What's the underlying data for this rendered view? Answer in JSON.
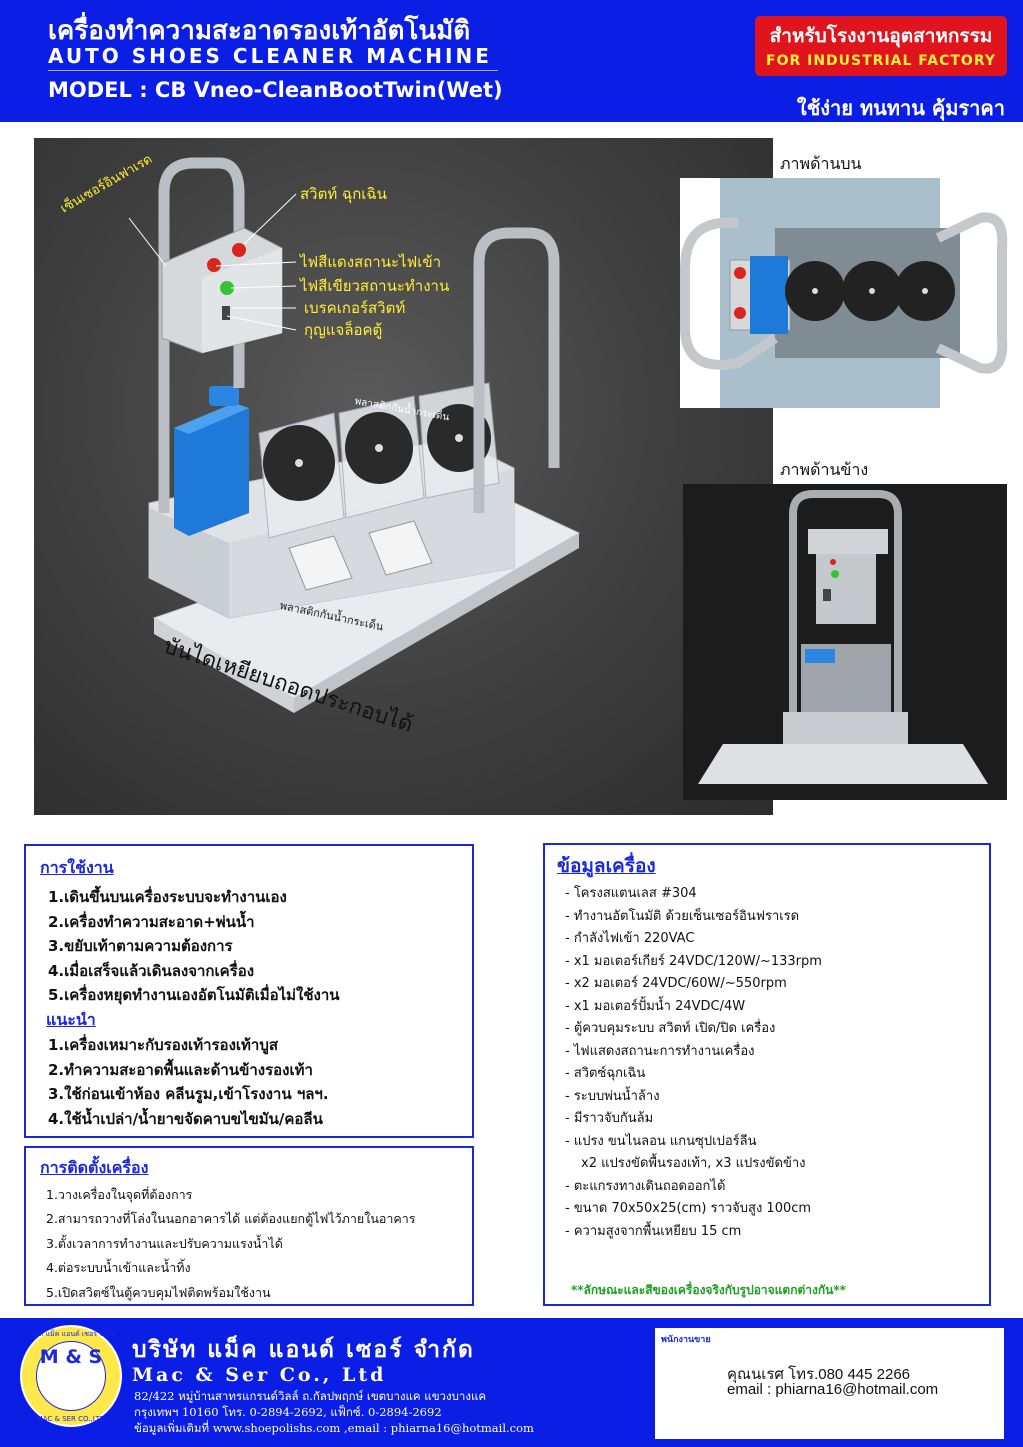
{
  "header": {
    "title_th": "เครื่องทำความสะอาดรองเท้าอัตโนมัติ",
    "title_en": "AUTO SHOES CLEANER MACHINE",
    "model": "MODEL : CB Vneo-CleanBootTwin(Wet)",
    "badge_th": "สำหรับโรงงานอุตสาหกรรม",
    "badge_en": "FOR INDUSTRIAL FACTORY",
    "slogan": "ใช้ง่าย ทนทาน คุ้มราคา"
  },
  "main_image": {
    "callouts": {
      "sensor": "เซ็นเซอร์อินฟาเรด",
      "emergency_switch": "สวิตท์ ฉุกเฉิน",
      "red_light": "ไฟสีแดงสถานะไฟเข้า",
      "green_light": "ไฟสีเขียวสถานะทำงาน",
      "breaker": "เบรคเกอร์สวิตท์",
      "cabinet_lock": "กุญแจล็อคตู้",
      "splash_guard_top": "พลาสติกกันน้ำกระเด็น",
      "splash_guard_bottom": "พลาสติกกันน้ำกระเด็น",
      "removable_step": "บันไดเหยียบถอดประกอบได้"
    }
  },
  "views": {
    "top_label": "ภาพด้านบน",
    "side_label": "ภาพด้านข้าง"
  },
  "usage": {
    "title": "การใช้งาน",
    "steps": [
      "1.เดินขึ้นบนเครื่องระบบจะทำงานเอง",
      "2.เครื่องทำความสะอาด+พ่นน้ำ",
      "3.ขยับเท้าตามความต้องการ",
      "4.เมื่อเสร็จแล้วเดินลงจากเครื่อง",
      "5.เครื่องหยุดทำงานเองอัตโนมัติเมื่อไม่ใช้งาน"
    ],
    "advice_title": "แนะนำ",
    "advice": [
      "1.เครื่องเหมาะกับรองเท้ารองเท้าบูส",
      "2.ทำความสะอาดพื้นและด้านข้างรองเท้า",
      "3.ใช้ก่อนเข้าห้อง คลีนรูม,เข้าโรงงาน ฯลฯ.",
      "4.ใช้น้ำเปล่า/น้ำยาขจัดคาบขไขมัน/คอลีน"
    ]
  },
  "install": {
    "title": "การติดตั้งเครื่อง",
    "steps": [
      "1.วางเครื่องในจุดที่ต้องการ",
      "2.สามารถวางที่โล่งในนอกอาคารได้ แต่ต้องแยกตู้ไฟไว้ภายในอาคาร",
      "3.ตั้งเวลาการทำงานและปรับความแรงน้ำได้",
      "4.ต่อระบบน้ำเข้าและน้ำทิ้ง",
      "5.เปิดสวิตซ์ในตู้ควบคุมไฟติดพร้อมใช้งาน"
    ]
  },
  "specs": {
    "title": "ข้อมูลเครื่อง",
    "items": [
      "- โครงสแตนเลส #304",
      "- ทำงานอัตโนมัติ ด้วยเซ็นเซอร์อินฟราเรด",
      "- กำลังไฟเข้า 220VAC",
      "- x1 มอเตอร์เกียร์ 24VDC/120W/~133rpm",
      "- x2 มอเตอร์ 24VDC/60W/~550rpm",
      "- x1 มอเตอร์ปั้มน้ำ 24VDC/4W",
      "- ตู้ควบคุมระบบ สวิตท์ เปิด/ปิด เครื่อง",
      "- ไฟแสดงสถานะการทำงานเครื่อง",
      "- สวิตซ์ฉุกเฉิน",
      "- ระบบพ่นน้ำล้าง",
      "- มีราวจับกันล้ม",
      "- แปรง ขนไนลอน แกนซุปเปอร์ลีน",
      "x2 แปรงขัดพื้นรองเท้า, x3 แปรงขัดข้าง",
      "- ตะแกรงทางเดินถอดออกได้",
      "- ขนาด 70x50x25(cm) ราวจับสูง 100cm",
      "- ความสูงจากพื้นเหยียบ 15 cm"
    ],
    "note": "**ลักษณะและสีของเครื่องจริงกับรูปอาจแตกต่างกัน**"
  },
  "footer": {
    "logo_ms": "M & S",
    "logo_ring_top": "บริษัท แม็ค แอนด์ เซอร์ จำกัด",
    "logo_ring_bottom": "MAC & SER CO.,LTD",
    "company_th": "บริษัท แม็ค แอนด์ เซอร์ จำกัด",
    "company_en": "Mac & Ser Co., Ltd",
    "address_1": "82/422 หมู่บ้านสาทรแกรนด์วิลล์ ถ.กัลปพฤกษ์ เขตบางแค แขวงบางแค",
    "address_2": "กรุงเทพฯ 10160 โทร. 0-2894-2692, แฟ็กซ์. 0-2894-2692",
    "address_3": "ข้อมูลเพิ่มเติมที่ www.shoepolishs.com ,email : phiarna16@hotmail.com",
    "contact_label": "พนักงานขาย",
    "contact_phone": "คุณนเรศ โทร.080 445 2266",
    "contact_email": "email : phiarna16@hotmail.com"
  }
}
